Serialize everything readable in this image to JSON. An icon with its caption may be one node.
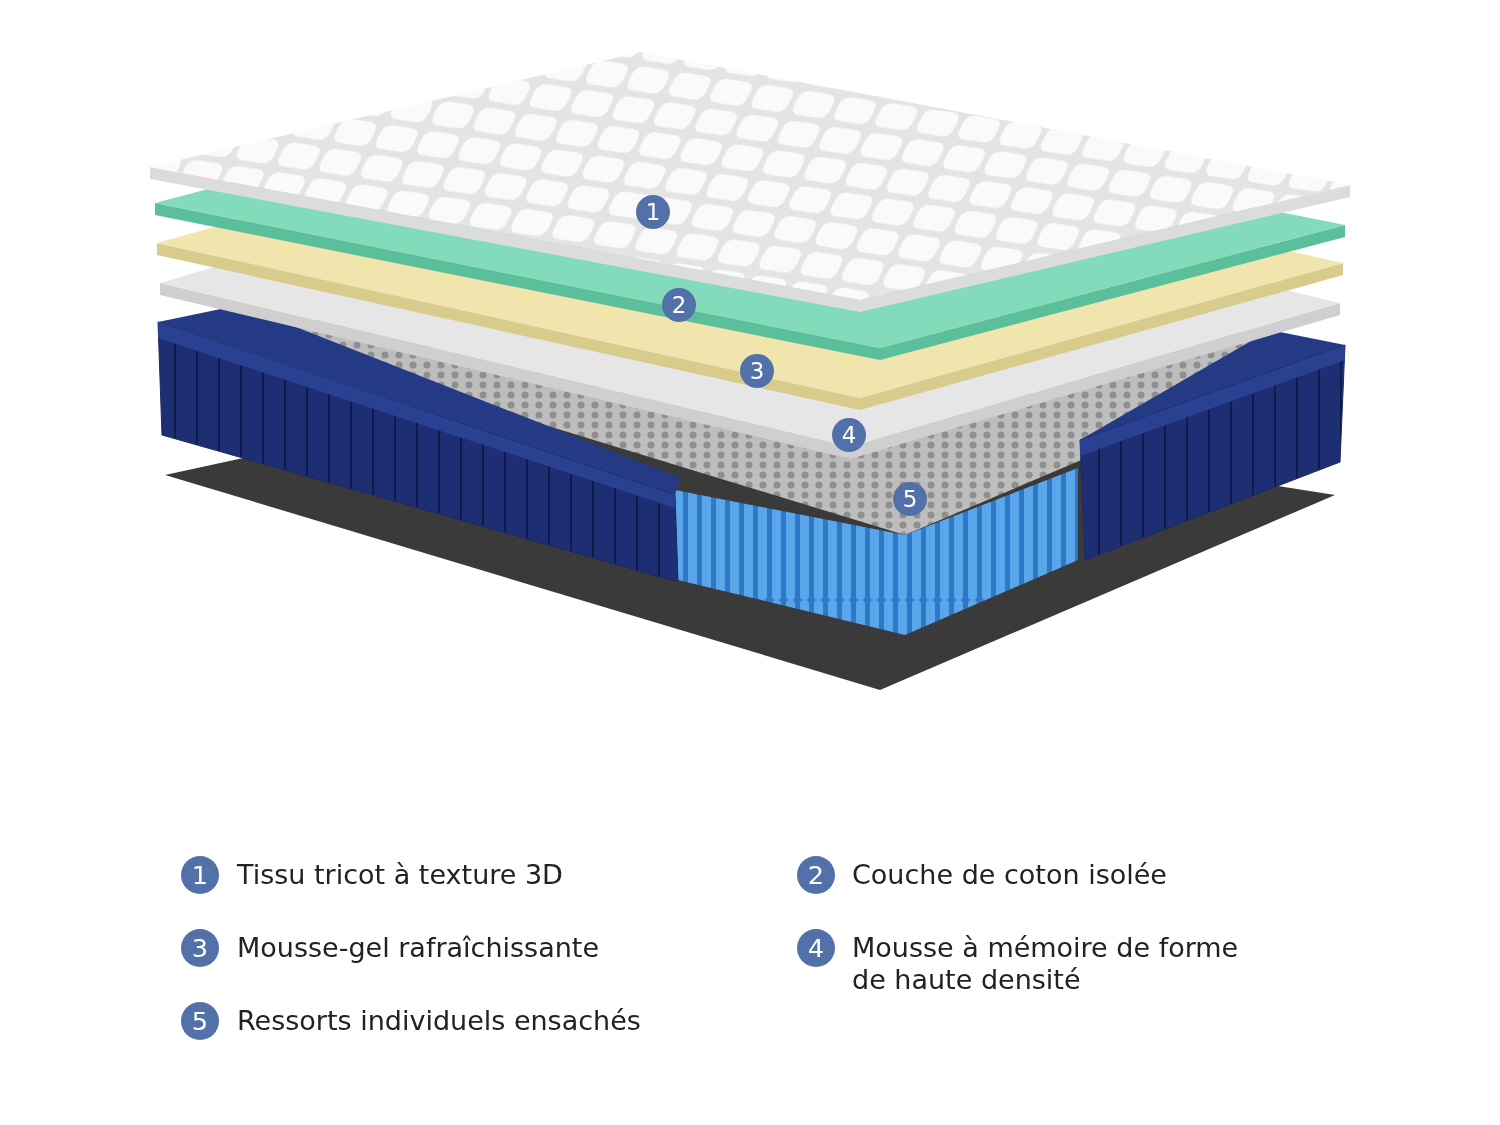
{
  "diagram": {
    "labels": [
      "1",
      "2",
      "3",
      "4",
      "5",
      "1",
      "Tissu tricot à texture 3D",
      "2",
      "Couche de coton isolée",
      "3",
      "Mousse-gel rafraîchissante",
      "4",
      "Mousse à mémoire de forme de haute densité",
      "5",
      "Ressorts individuels ensachés"
    ]
  }
}
